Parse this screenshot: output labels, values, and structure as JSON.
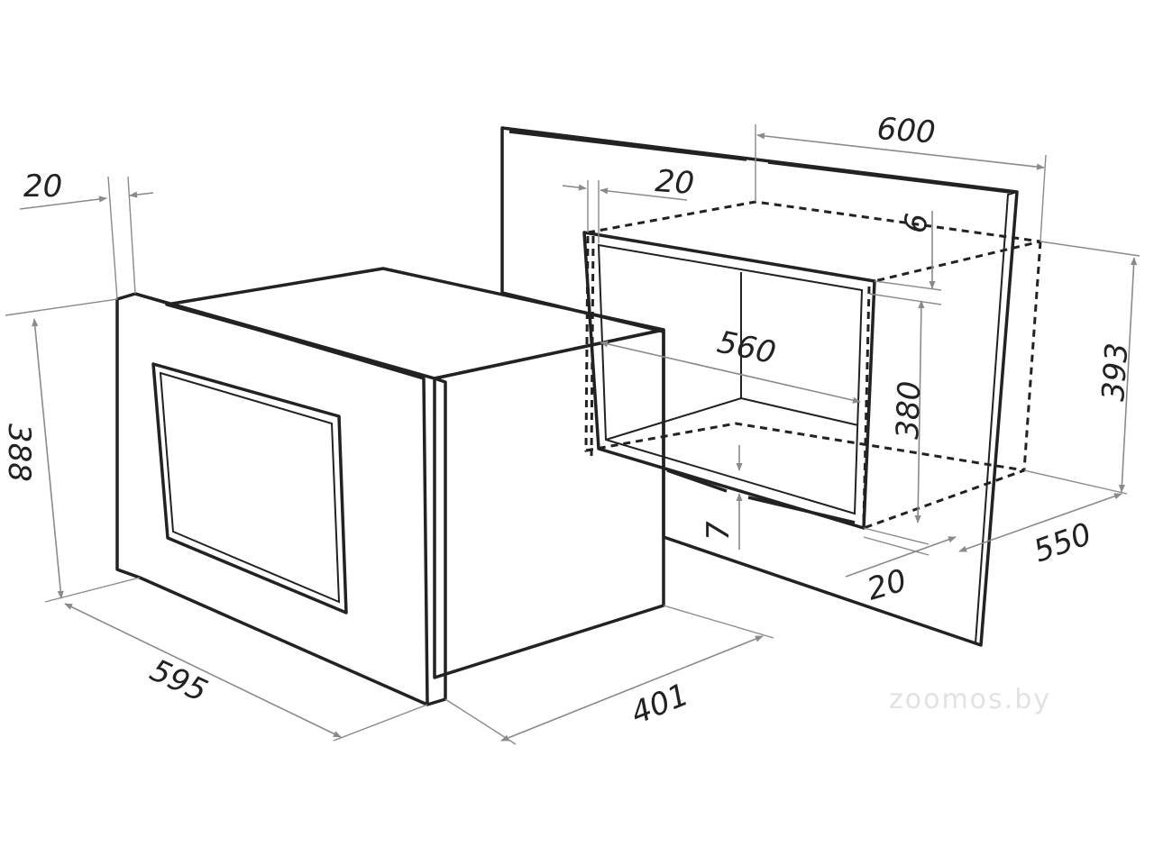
{
  "dimensions": {
    "appliance_frame_thickness": "20",
    "appliance_height": "388",
    "appliance_width": "595",
    "appliance_depth": "401",
    "cabinet_width": "600",
    "niche_side_gap": "20",
    "niche_top_gap": "6",
    "niche_width": "560",
    "niche_height": "380",
    "cabinet_height": "393",
    "niche_bottom_gap": "7",
    "niche_front_gap": "20",
    "niche_depth": "550"
  },
  "watermark": "zoomos.by",
  "colors": {
    "line": "#222222",
    "dimension": "#8a8a8a",
    "watermark": "#e2e2e2"
  }
}
